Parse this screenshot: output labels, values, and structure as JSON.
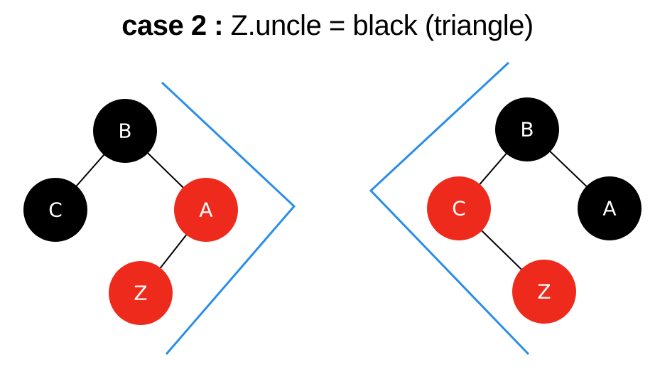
{
  "title": {
    "bold": "case 2 :",
    "rest": " Z.uncle = black (triangle)"
  },
  "colors": {
    "red": "#ee2a1c",
    "black": "#000000",
    "chevron": "#2a8ee8",
    "edge": "#000000"
  },
  "trees": [
    {
      "nodes": [
        {
          "id": "B",
          "label": "B",
          "color": "black"
        },
        {
          "id": "C",
          "label": "C",
          "color": "black"
        },
        {
          "id": "A",
          "label": "A",
          "color": "red"
        },
        {
          "id": "Z",
          "label": "Z",
          "color": "red"
        }
      ],
      "edges": [
        [
          "B",
          "C"
        ],
        [
          "B",
          "A"
        ],
        [
          "A",
          "Z"
        ]
      ]
    },
    {
      "nodes": [
        {
          "id": "B",
          "label": "B",
          "color": "black"
        },
        {
          "id": "C",
          "label": "C",
          "color": "red"
        },
        {
          "id": "A",
          "label": "A",
          "color": "black"
        },
        {
          "id": "Z",
          "label": "Z",
          "color": "red"
        }
      ],
      "edges": [
        [
          "B",
          "C"
        ],
        [
          "B",
          "A"
        ],
        [
          "C",
          "Z"
        ]
      ]
    }
  ]
}
